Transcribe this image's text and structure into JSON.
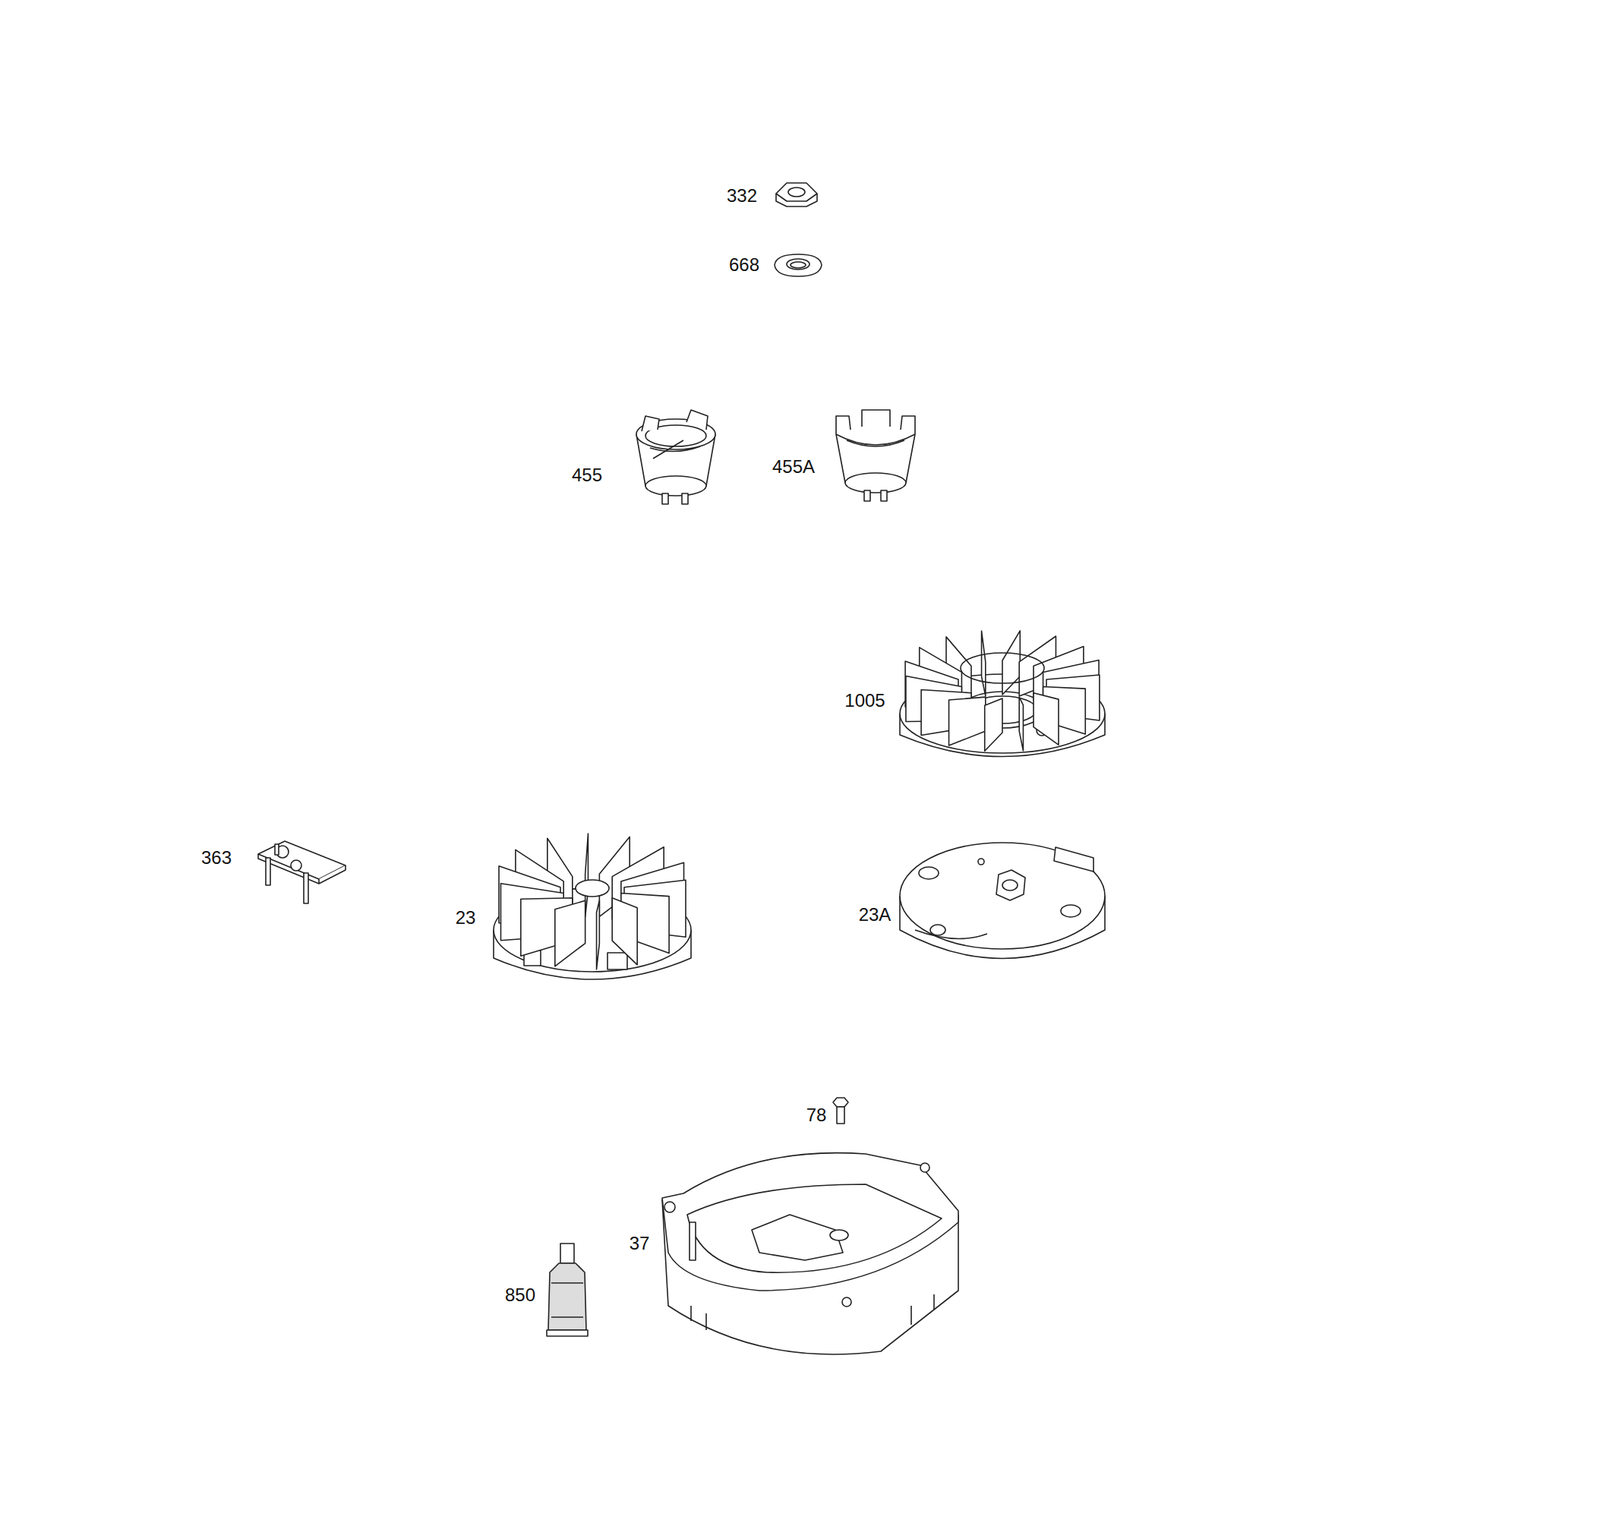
{
  "diagram": {
    "labels": [
      "332",
      "668",
      "455",
      "455A",
      "1005",
      "363",
      "23",
      "23A",
      "78",
      "37",
      "850"
    ]
  }
}
